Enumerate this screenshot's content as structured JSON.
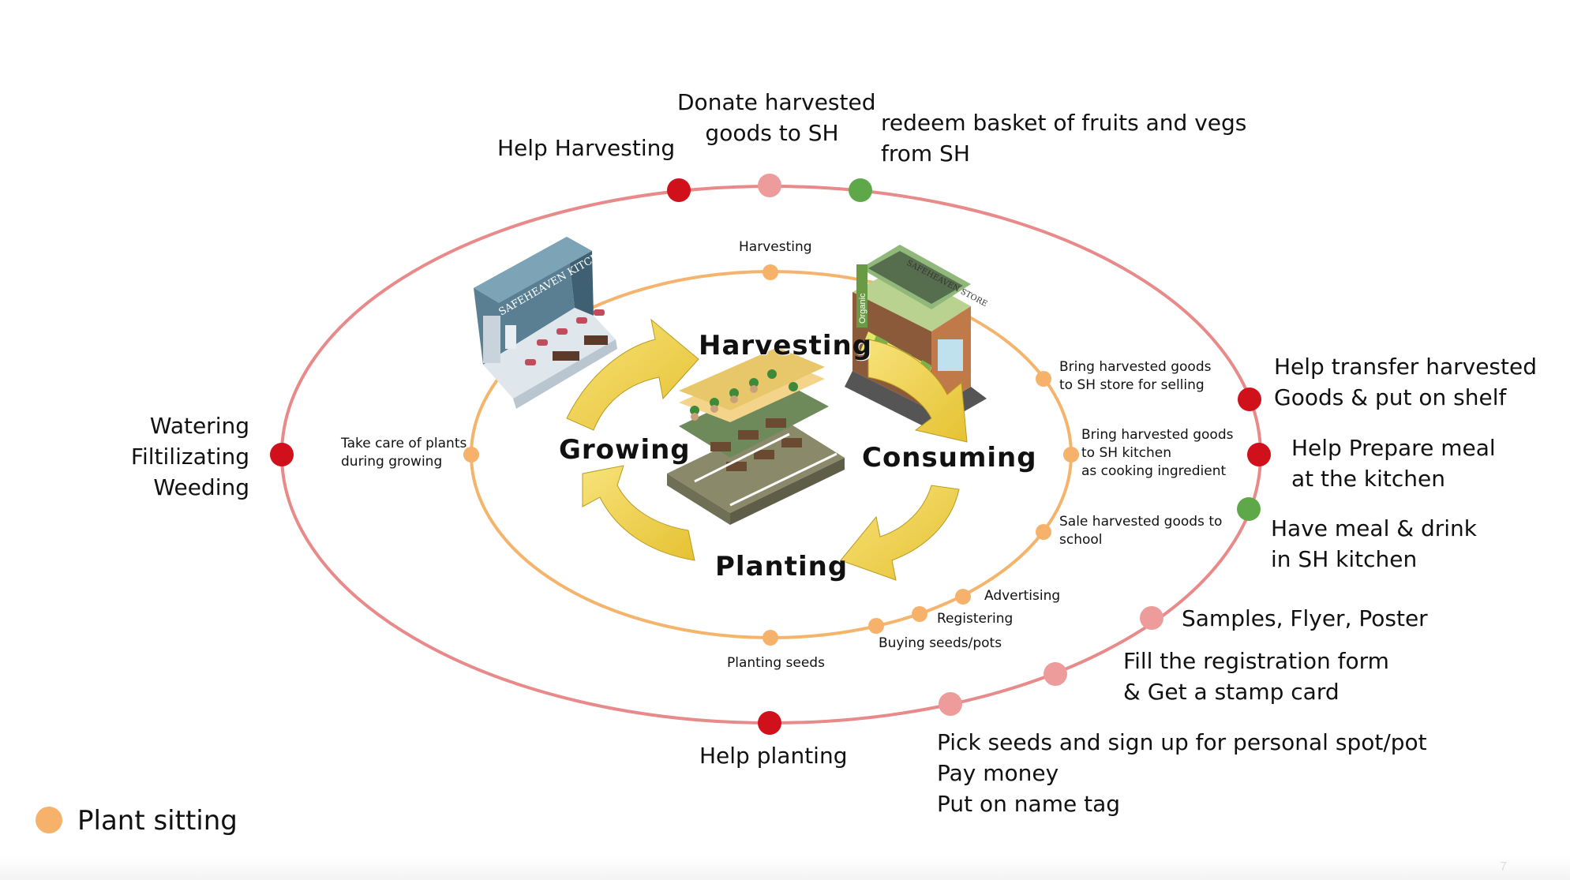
{
  "colors": {
    "outer_ring": "#e8898a",
    "inner_ring": "#f4b46c",
    "red_dot": "#d0101a",
    "pink_dot": "#ee9b9c",
    "green_dot": "#5fa84a",
    "orange_dot": "#f6b26b",
    "arrow": "#f2d34a"
  },
  "center": {
    "harvesting": "Harvesting",
    "growing": "Growing",
    "consuming": "Consuming",
    "planting": "Planting"
  },
  "inner": {
    "harvesting": "Harvesting",
    "care": [
      "Take care of plants",
      "during growing"
    ],
    "bring_store": [
      "Bring harvested goods",
      "to SH store for selling"
    ],
    "bring_kitchen": [
      "Bring harvested goods",
      "to SH kitchen",
      "as cooking ingredient"
    ],
    "sale_school": [
      "Sale harvested goods to",
      "school"
    ],
    "advertising": "Advertising",
    "registering": "Registering",
    "buying": "Buying seeds/pots",
    "planting_seeds": "Planting seeds"
  },
  "outer": {
    "help_harvesting": "Help Harvesting",
    "donate": [
      "Donate harvested",
      "goods to SH"
    ],
    "redeem": [
      "redeem basket of fruits and vegs",
      "from SH"
    ],
    "watering": [
      "Watering",
      "Filtilizating",
      "Weeding"
    ],
    "transfer": [
      "Help transfer harvested",
      "Goods & put on shelf"
    ],
    "prepare": [
      "Help Prepare meal",
      "at the kitchen"
    ],
    "meal": [
      "Have meal & drink",
      "in SH kitchen"
    ],
    "samples": "Samples, Flyer, Poster",
    "fill": [
      "Fill the registration form",
      "& Get a stamp card"
    ],
    "help_planting": "Help planting",
    "pick": [
      "Pick seeds and sign up for personal spot/pot",
      "Pay money",
      "Put on name tag"
    ]
  },
  "illustrations": {
    "kitchen_sign": "SAFEHEAVEN KITCHEN",
    "store_sign": "SAFEHEAVEN STORE",
    "organic_sign": "Organic"
  },
  "legend": {
    "label": "Plant sitting"
  },
  "page_number": "7"
}
